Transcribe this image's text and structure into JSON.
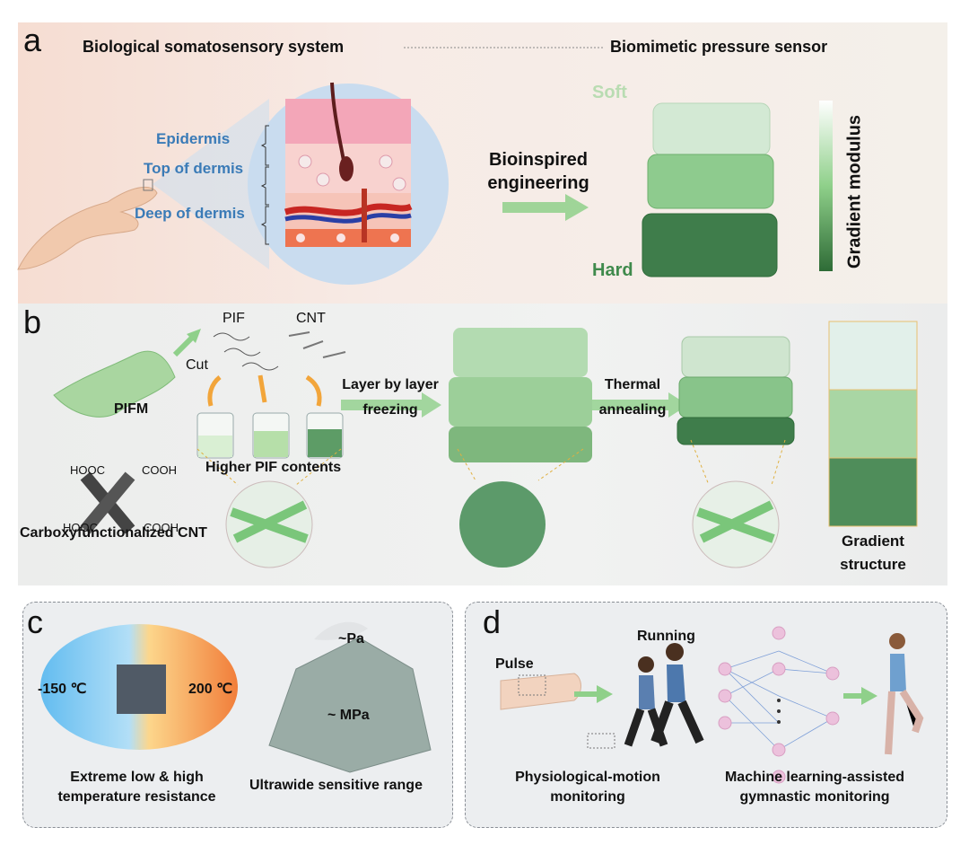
{
  "panel_a": {
    "letter": "a",
    "left_title": "Biological somatosensory system",
    "right_title": "Biomimetic pressure sensor",
    "skin_layers": [
      "Epidermis",
      "Top of dermis",
      "Deep of dermis"
    ],
    "arrow_label_line1": "Bioinspired",
    "arrow_label_line2": "engineering",
    "soft_label": "Soft",
    "hard_label": "Hard",
    "gradient_label": "Gradient modulus"
  },
  "panel_b": {
    "letter": "b",
    "pifm": "PIFM",
    "cut": "Cut",
    "pif": "PIF",
    "cnt": "CNT",
    "higher_pif": "Higher PIF contents",
    "layer_line1": "Layer by layer",
    "layer_line2": "freezing",
    "thermal_line1": "Thermal",
    "thermal_line2": "annealing",
    "hooc_1": "HOOC",
    "cooh_1": "COOH",
    "hooc_2": "HOOC",
    "cooh_2": "COOH",
    "carboxy": "Carboxyfunctionalized CNT",
    "gradient_line1": "Gradient",
    "gradient_line2": "structure"
  },
  "panel_c": {
    "letter": "c",
    "low_temp": "-150 ℃",
    "high_temp": "200 ℃",
    "pa": "~Pa",
    "mpa": "~ MPa",
    "caption1_line1": "Extreme low & high",
    "caption1_line2": "temperature resistance",
    "caption2": "Ultrawide sensitive range"
  },
  "panel_d": {
    "letter": "d",
    "pulse": "Pulse",
    "running": "Running",
    "caption1_line1": "Physiological-motion",
    "caption1_line2": "monitoring",
    "caption2_line1": "Machine learning-assisted",
    "caption2_line2": "gymnastic monitoring"
  },
  "colors": {
    "soft_green": "#b9dcb2",
    "mid_green": "#7cc07a",
    "hard_green": "#3f8a4c",
    "skin_blue": "#3a7bb7",
    "arrow_green": "#8fd08a"
  }
}
